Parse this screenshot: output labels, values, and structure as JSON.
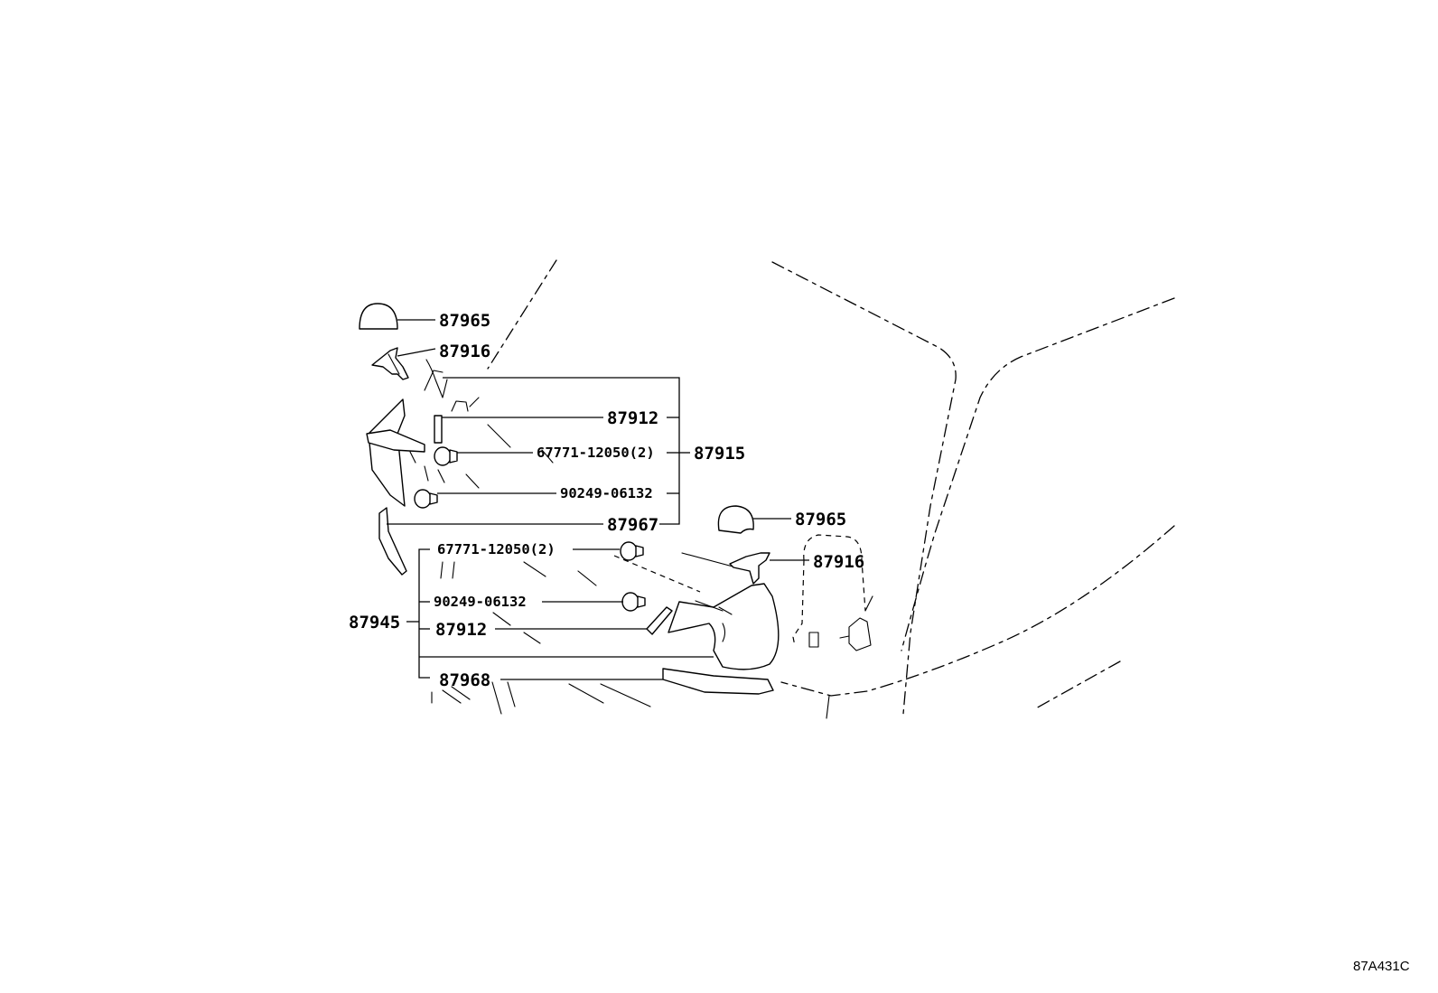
{
  "labels": {
    "cap_top": "87965",
    "bracket_top": "87916",
    "panel_top": "87912",
    "clip_top": "67771-12050(2)",
    "assembly_right": "87915",
    "screw_top": "90249-06132",
    "garnish_top": "87967",
    "cap_mid": "87965",
    "clip_mid": "67771-12050(2)",
    "bracket_mid": "87916",
    "screw_mid": "90249-06132",
    "assembly_left": "87945",
    "panel_mid": "87912",
    "garnish_low": "87968"
  },
  "diagram_code": "87A431C"
}
